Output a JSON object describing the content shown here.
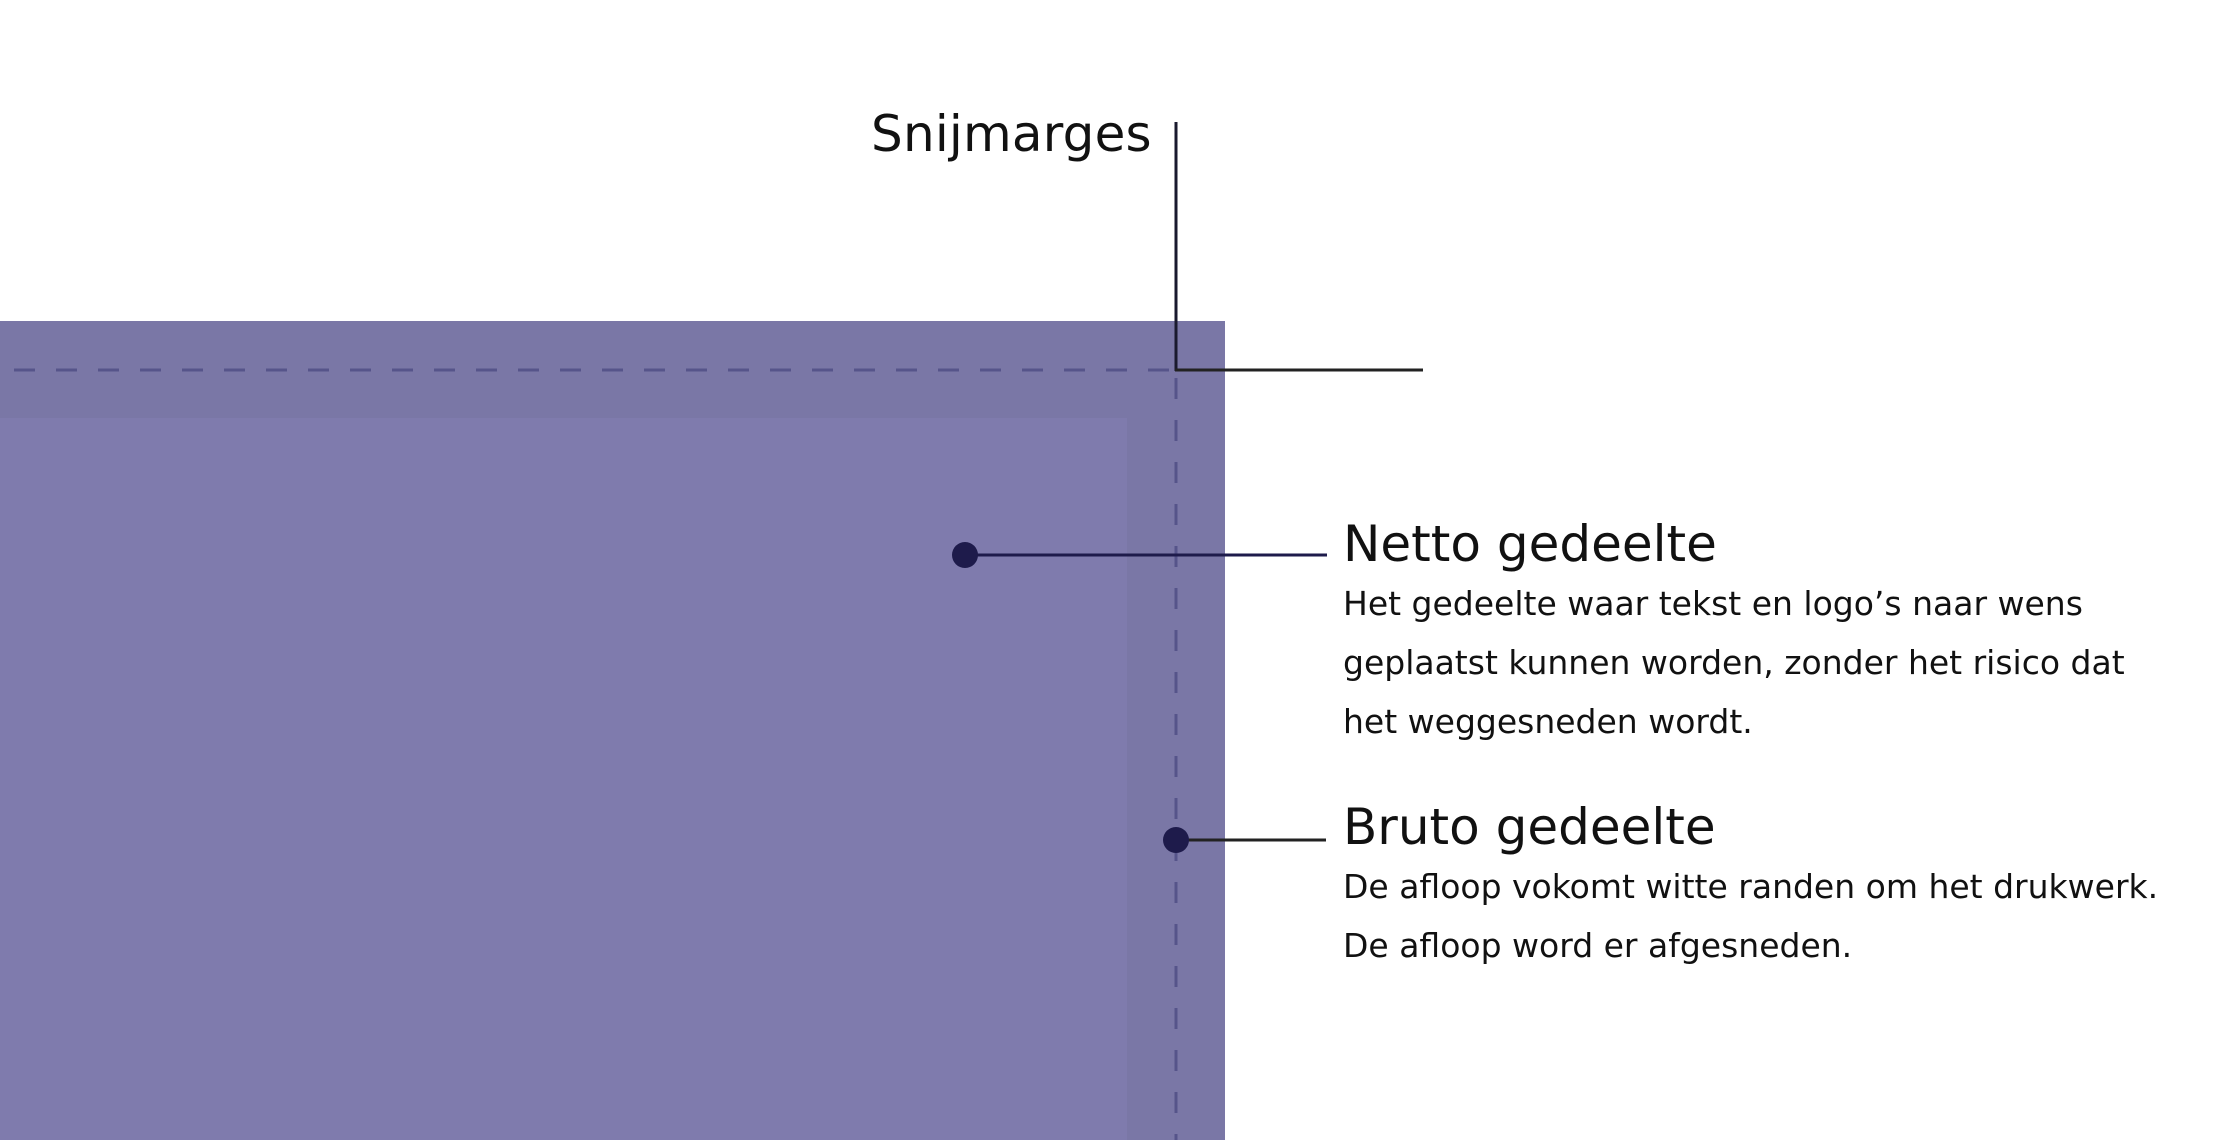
{
  "colors": {
    "bleed_area": "#7a77a6",
    "net_area": "#7f7bad",
    "cut_line": "#56548a",
    "marker": "#1e1b4b",
    "leader": "#222222",
    "text": "#111111"
  },
  "labels": {
    "cut_margins": "Snijmarges",
    "net_area": {
      "title": "Netto gedeelte",
      "lines": [
        "Het gedeelte waar tekst en logo’s naar wens",
        "geplaatst kunnen worden, zonder het risico dat",
        "het weggesneden wordt."
      ]
    },
    "gross_area": {
      "title": "Bruto gedeelte",
      "lines": [
        "De afloop vokomt witte randen om het drukwerk.",
        "De afloop word er afgesneden."
      ]
    }
  }
}
